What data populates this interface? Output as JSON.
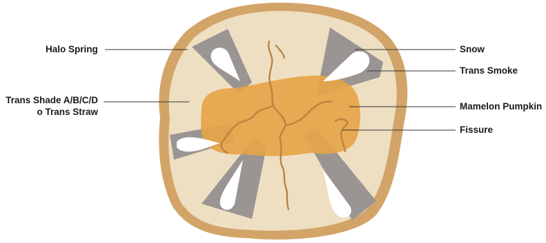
{
  "diagram": {
    "colors": {
      "outer_rim": "#D2A468",
      "body": "#EEDFC2",
      "gray_zone": "#9A9493",
      "white_zone": "#FFFFFF",
      "pumpkin": "#E6A448",
      "fissure": "#BA8343",
      "leader_line": "#333333"
    },
    "labels": {
      "halo_spring": "Halo Spring",
      "trans_shade_line1": "Trans Shade A/B/C/D",
      "trans_shade_line2": "o Trans Straw",
      "snow": "Snow",
      "trans_smoke": "Trans Smoke",
      "mamelon_pumpkin": "Mamelon Pumpkin",
      "fissure": "Fissure"
    }
  }
}
